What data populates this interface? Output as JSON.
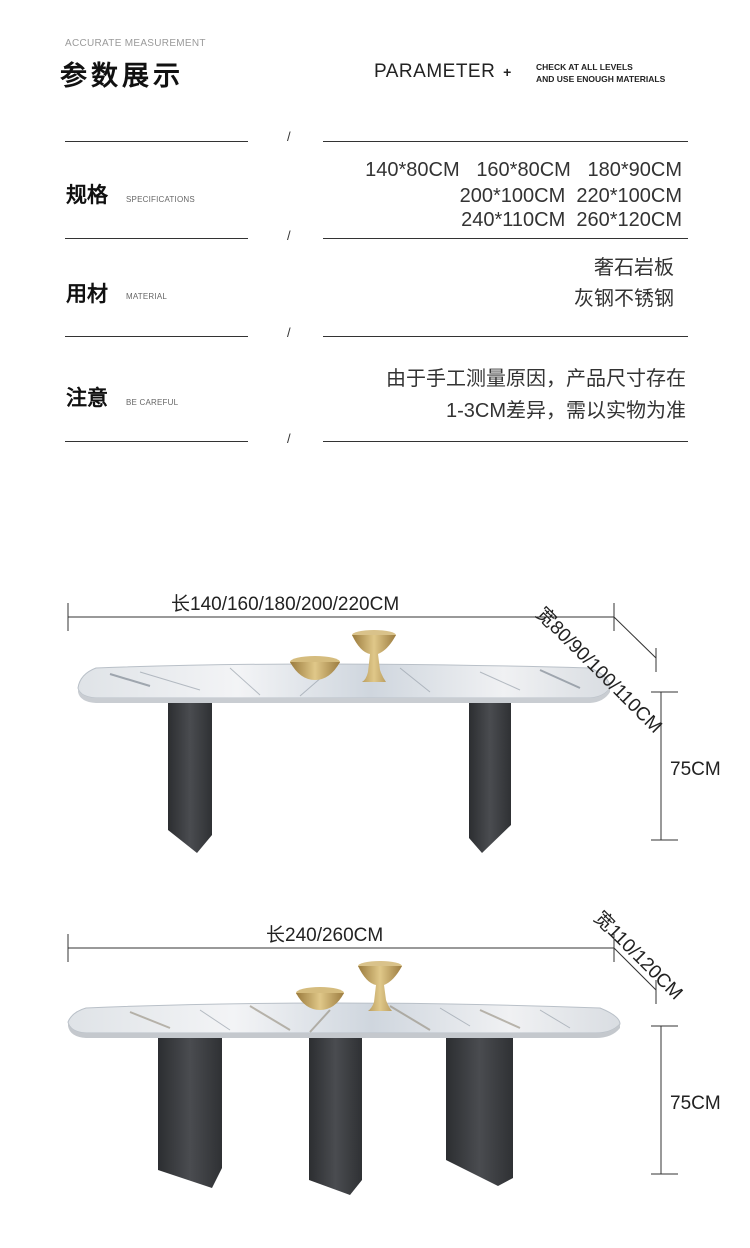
{
  "header": {
    "subtitle": "ACCURATE MEASUREMENT",
    "title": "参数展示",
    "parameter": "PARAMETER",
    "plus": "+",
    "check_line1": "CHECK AT ALL LEVELS",
    "check_line2": "AND USE ENOUGH MATERIALS"
  },
  "separator": "/",
  "rows": [
    {
      "label_cn": "规格",
      "label_en": "SPECIFICATIONS",
      "values": [
        "140*80CM   160*80CM   180*90CM",
        "200*100CM  220*100CM",
        "240*110CM  260*120CM"
      ]
    },
    {
      "label_cn": "用材",
      "label_en": "MATERIAL",
      "values": [
        "奢石岩板",
        "灰钢不锈钢"
      ]
    },
    {
      "label_cn": "注意",
      "label_en": "BE CAREFUL",
      "values": [
        "由于手工测量原因，产品尺寸存在",
        "1-3CM差异，需以实物为准"
      ]
    }
  ],
  "table1": {
    "length": "长140/160/180/200/220CM",
    "width": "宽80/90/100/110CM",
    "height": "75CM"
  },
  "table2": {
    "length": "长240/260CM",
    "width": "宽110/120CM",
    "height": "75CM"
  },
  "colors": {
    "marble": "#e9ebee",
    "leg": "#3b3d40",
    "gold": "#c6a45c"
  }
}
